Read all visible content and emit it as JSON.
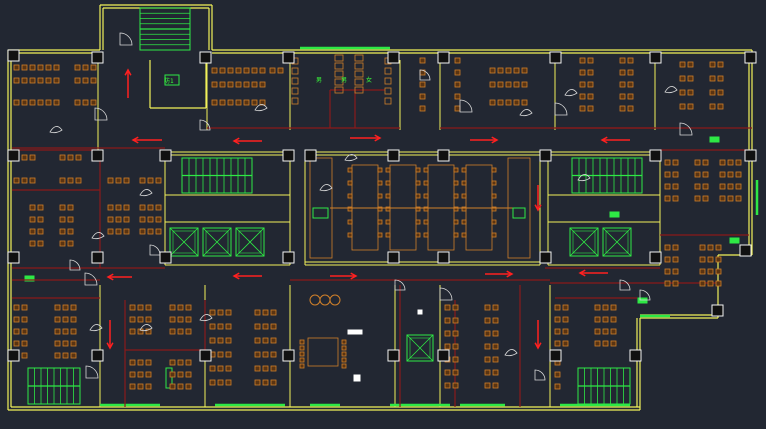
{
  "drawing": {
    "colors": {
      "background": "#222732",
      "wall": "#f2f25a",
      "partition": "#8a1a1a",
      "furniture": "#d0802a",
      "chair_fill": "#5a3412",
      "stair": "#2ee845",
      "arrow": "#ff2020",
      "door": "#d8d8d8",
      "column": "#f4f4f4",
      "accent_white": "#ffffff"
    },
    "labels": {
      "stair_top_tag": "防1",
      "wc_left_tag": "男",
      "wc_right_tag": "女",
      "wc_mid_tag": "男"
    },
    "icons": [
      "stair-icon",
      "elevator-icon",
      "arrow-icon",
      "door-swing-icon",
      "column-icon",
      "desk-cluster-icon",
      "plant-icon"
    ]
  }
}
